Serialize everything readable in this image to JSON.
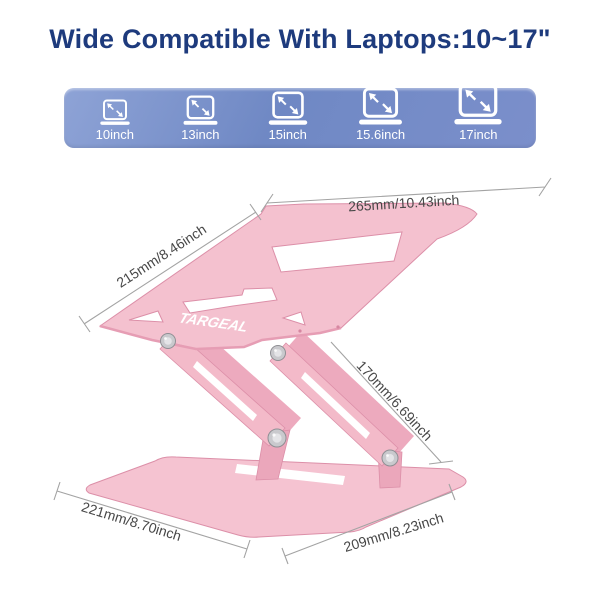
{
  "title": "Wide Compatible With Laptops:10~17\"",
  "banner": {
    "items": [
      {
        "icon": "laptop-diagonal-arrows-icon",
        "label": "10inch"
      },
      {
        "icon": "laptop-diagonal-arrows-icon",
        "label": "13inch"
      },
      {
        "icon": "laptop-diagonal-arrows-icon",
        "label": "15inch"
      },
      {
        "icon": "laptop-diagonal-arrows-icon",
        "label": "15.6inch"
      },
      {
        "icon": "laptop-diagonal-arrows-icon",
        "label": "17inch"
      }
    ]
  },
  "product": {
    "brand": "TARGEAL",
    "dimensions": {
      "platform_width": "265mm/10.43inch",
      "platform_depth": "215mm/8.46inch",
      "lift_height": "170mm/6.69inch",
      "base_depth": "221mm/8.70inch",
      "base_width": "209mm/8.23inch"
    }
  },
  "colors": {
    "title_text": "#1e3b7d",
    "banner_gradient_start": "#8ea3d6",
    "banner_gradient_end": "#7b8fcb",
    "banner_text": "#ffffff",
    "stand_pink": "#f4c1cf",
    "stand_pink_shade": "#e9a6ba",
    "stand_edge": "#dc8fa8",
    "bolt_silver": "#c9c9cd",
    "dimension_line": "#a3a3a3",
    "dimension_text": "#474747"
  }
}
